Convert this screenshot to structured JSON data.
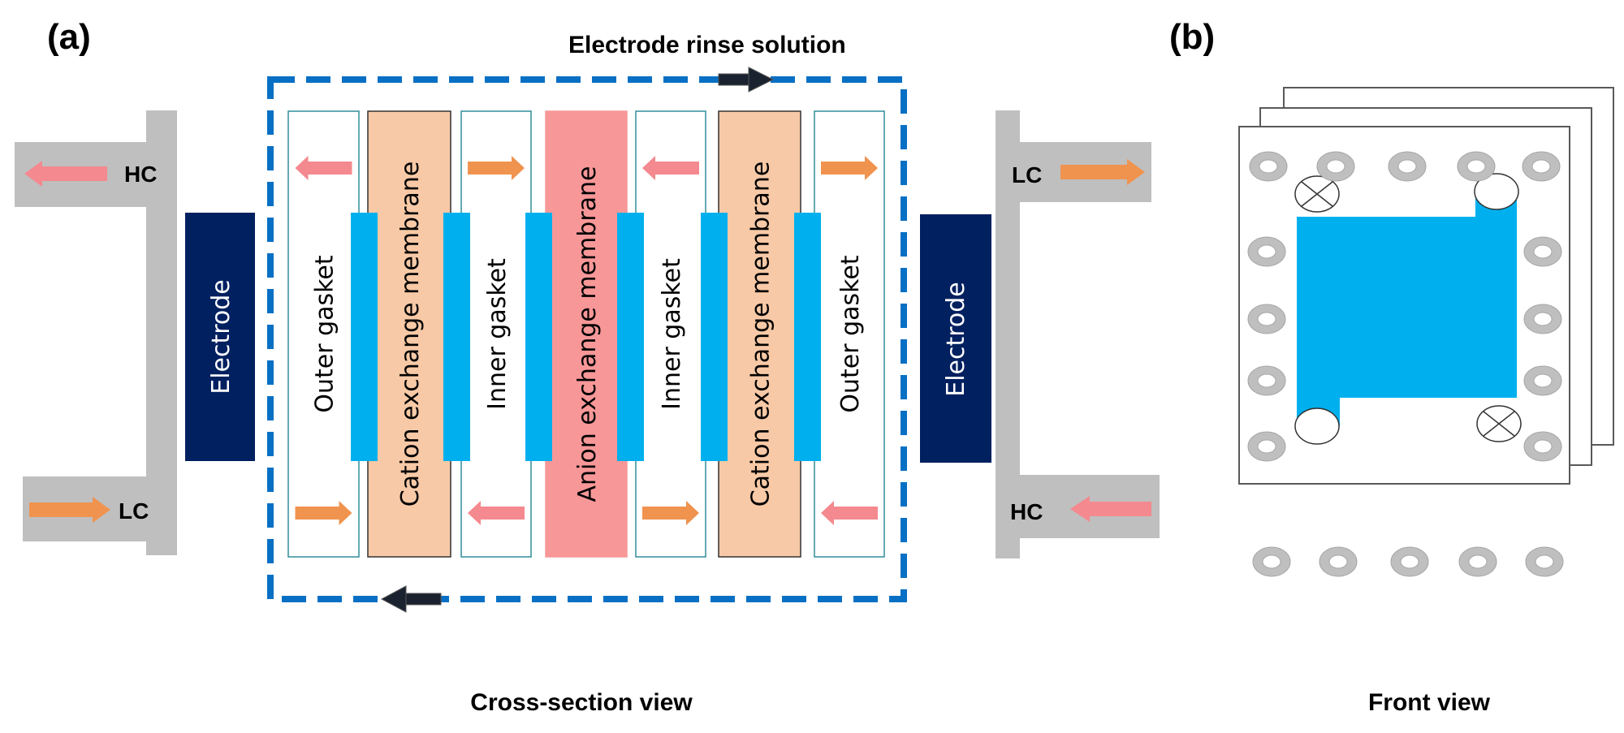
{
  "panel_a": {
    "label": "(a)",
    "caption": "Cross-section view",
    "rinse_label": "Electrode rinse solution",
    "left": {
      "electrode": "Electrode",
      "top_port": "HC",
      "bottom_port": "LC"
    },
    "right": {
      "electrode": "Electrode",
      "top_port": "LC",
      "bottom_port": "HC"
    },
    "layers": [
      {
        "label": "Outer gasket",
        "type": "gasket",
        "top_flow": "left",
        "bottom_flow": "right"
      },
      {
        "label": "Cation exchange membrane",
        "type": "cation"
      },
      {
        "label": "Inner gasket",
        "type": "gasket",
        "top_flow": "right",
        "bottom_flow": "left"
      },
      {
        "label": "Anion exchange membrane",
        "type": "anion"
      },
      {
        "label": "Inner gasket",
        "type": "gasket",
        "top_flow": "left",
        "bottom_flow": "right"
      },
      {
        "label": "Cation exchange membrane",
        "type": "cation"
      },
      {
        "label": "Outer gasket",
        "type": "gasket",
        "top_flow": "right",
        "bottom_flow": "left"
      }
    ]
  },
  "panel_b": {
    "label": "(b)",
    "caption": "Front view"
  },
  "colors": {
    "hc_arrow": "#f4898f",
    "lc_arrow": "#f0934f",
    "cation": "#f7c9a6",
    "anion": "#f79798",
    "spacer": "#00b0ee",
    "electrode": "#002060",
    "port": "#bfbfbf",
    "rinse_loop": "#0870c4",
    "rinse_arrow": "#1a2230",
    "gasket_border": "#318e9a"
  }
}
